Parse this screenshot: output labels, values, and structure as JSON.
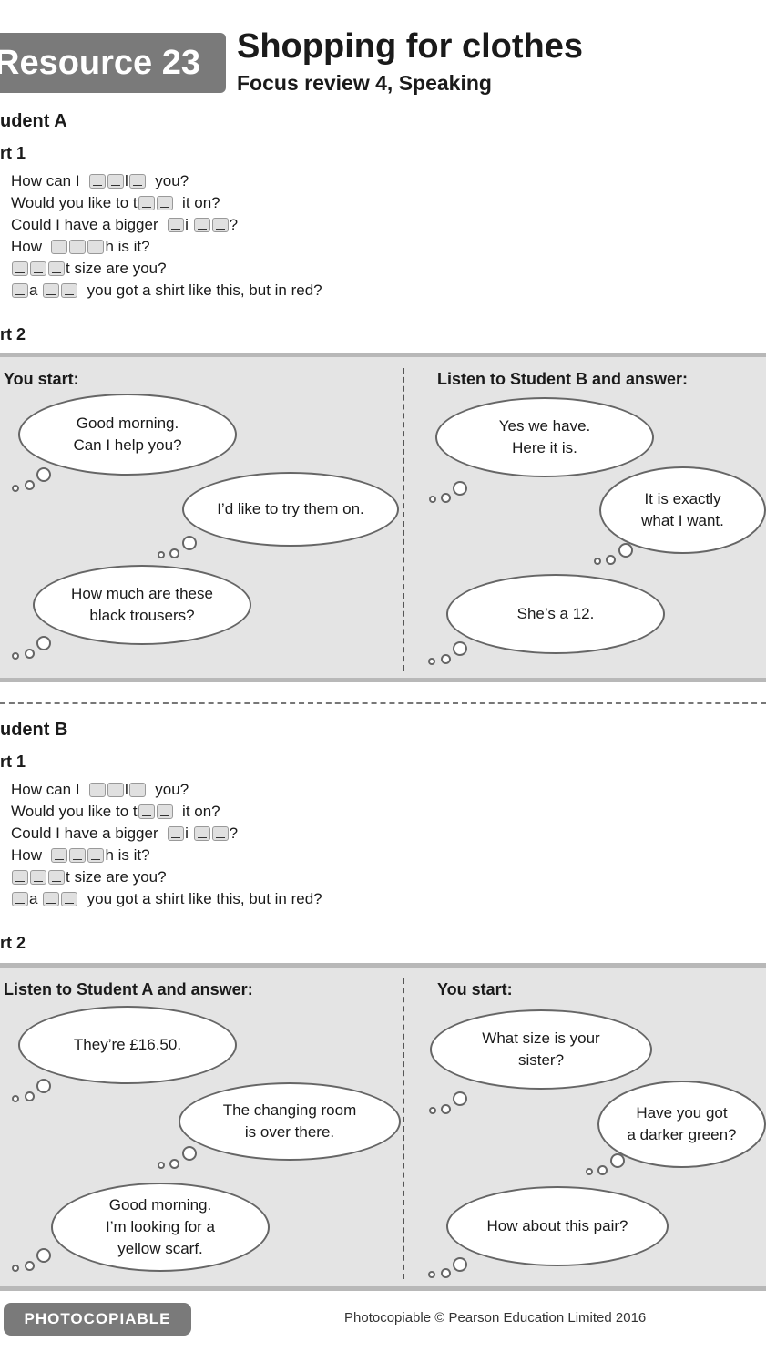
{
  "header": {
    "resource": "Resource 23",
    "title": "Shopping for clothes",
    "subtitle": "Focus review 4, Speaking"
  },
  "studentA": {
    "label": "udent A",
    "part1": "rt 1",
    "part2": "rt 2",
    "col_left": "You start:",
    "col_right": "Listen to Student B and answer:",
    "left_clouds": [
      "Good morning.\nCan I help you?",
      "I’d like to try them on.",
      "How much are these\nblack trousers?"
    ],
    "right_clouds": [
      "Yes we have.\nHere it is.",
      "It is exactly\nwhat I want.",
      "She’s a 12."
    ]
  },
  "studentB": {
    "label": "udent B",
    "part1": "rt 1",
    "part2": "rt 2",
    "col_left": "Listen to Student A and answer:",
    "col_right": "You start:",
    "left_clouds": [
      "They’re £16.50.",
      "The changing room\nis over there.",
      "Good morning.\nI’m looking for a\nyellow scarf."
    ],
    "right_clouds": [
      "What size is your\nsister?",
      "Have you got\na darker green?",
      "How about this pair?"
    ]
  },
  "questions": {
    "q1_a": "How can I",
    "q1_b": "l",
    "q1_c": "you?",
    "q2_a": "Would you like to t",
    "q2_b": "it on?",
    "q3_a": "Could I have a bigger",
    "q3_b": "i",
    "q3_c": "?",
    "q4_a": "How",
    "q4_b": "h is it?",
    "q5_a": "t size are you?",
    "q6_a": "a",
    "q6_b": "you got a shirt like this, but in red?"
  },
  "footer": {
    "badge": "PHOTOCOPIABLE",
    "copyright": "Photocopiable © Pearson Education Limited 2016"
  }
}
